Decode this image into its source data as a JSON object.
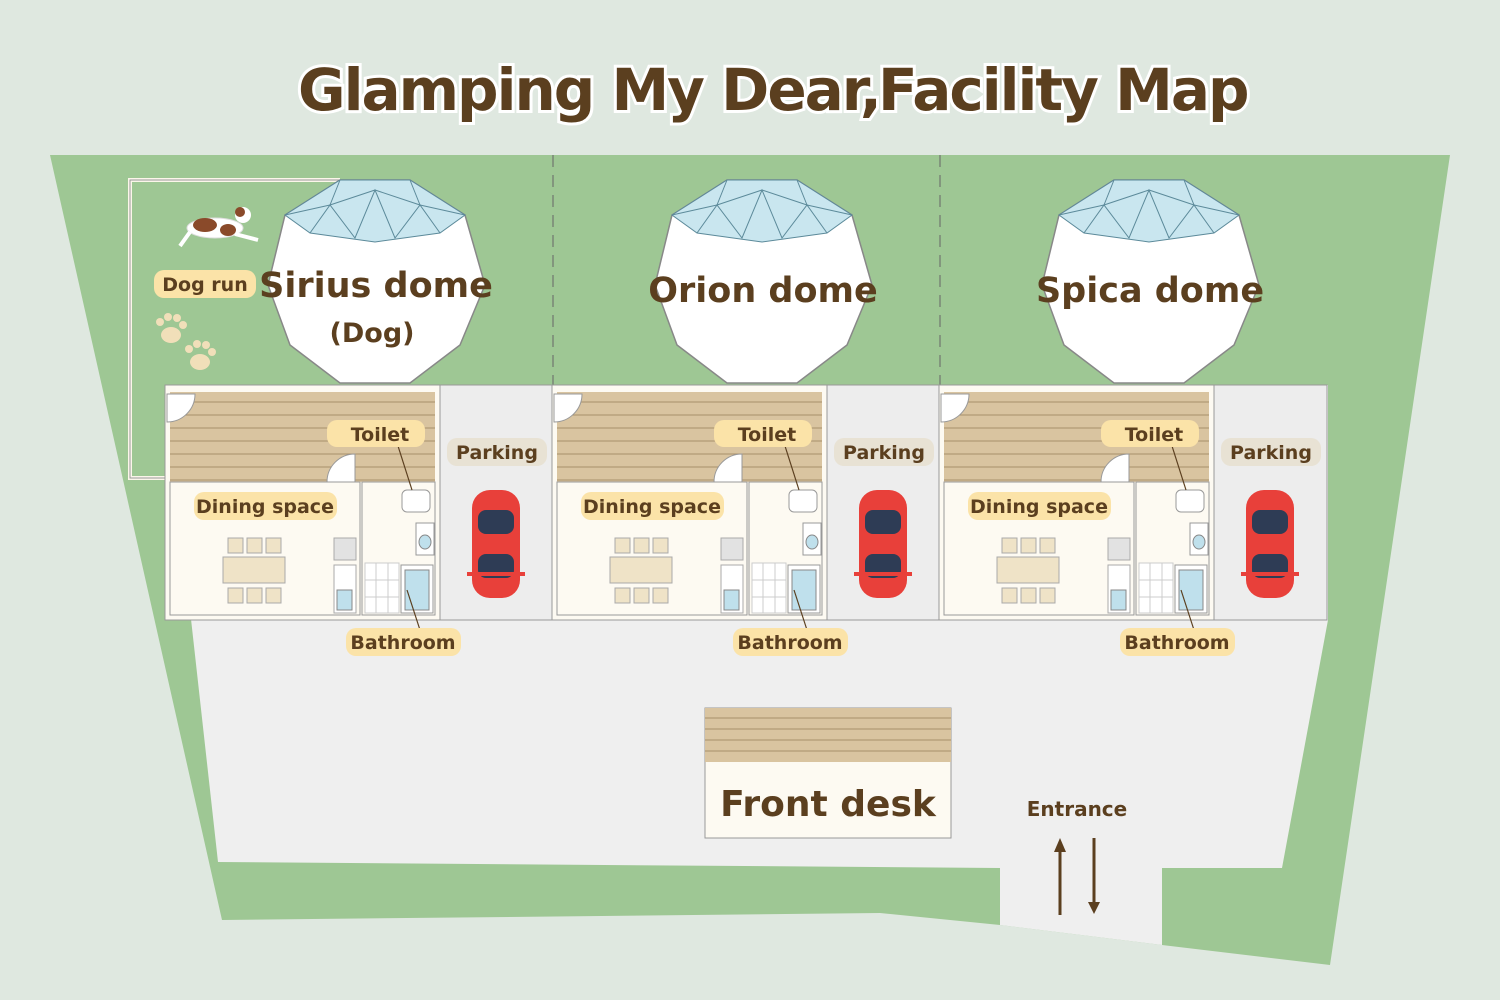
{
  "title": {
    "part1": "Glamping My Dear,",
    "part2": "Facility Map"
  },
  "dog_run": {
    "label": "Dog run"
  },
  "units": [
    {
      "name": "Sirius dome",
      "sub": "(Dog)",
      "toilet": "Toilet",
      "parking": "Parking",
      "dining": "Dining space",
      "bathroom": "Bathroom"
    },
    {
      "name": "Orion dome",
      "sub": "",
      "toilet": "Toilet",
      "parking": "Parking",
      "dining": "Dining space",
      "bathroom": "Bathroom"
    },
    {
      "name": "Spica dome",
      "sub": "",
      "toilet": "Toilet",
      "parking": "Parking",
      "dining": "Dining space",
      "bathroom": "Bathroom"
    }
  ],
  "front_desk": {
    "label": "Front desk"
  },
  "entrance": {
    "label": "Entrance"
  },
  "colors": {
    "grass": "#9ec794",
    "paved": "#efefef",
    "deck": "#d9c4a0",
    "label_bg": "#fbe3a8",
    "text": "#5b3f1f",
    "car": "#e8403a"
  }
}
